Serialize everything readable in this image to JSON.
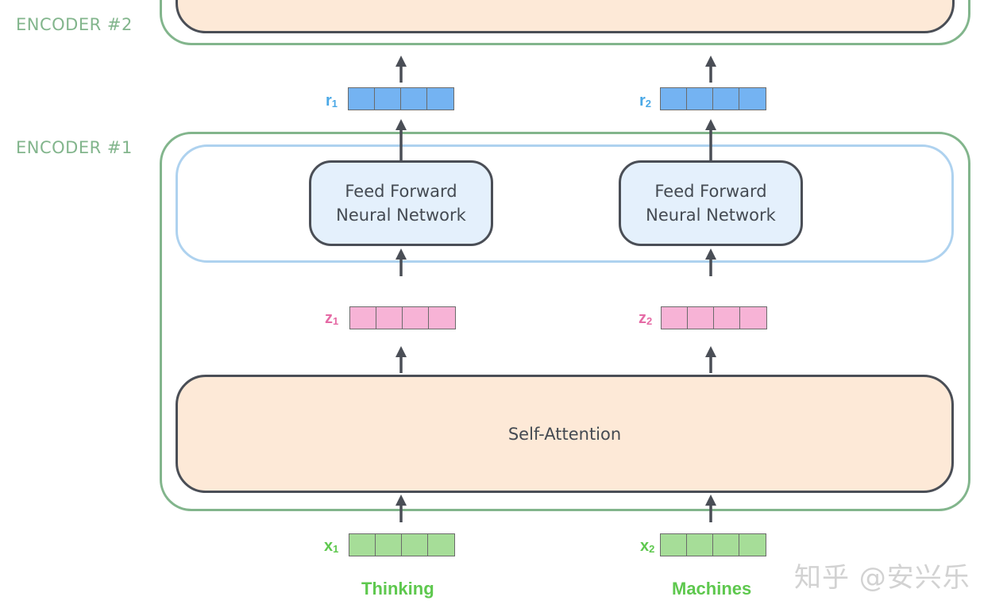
{
  "encoders": {
    "encoder2_label": "ENCODER #2",
    "encoder1_label": "ENCODER #1"
  },
  "layers": {
    "self_attention": "Self-Attention",
    "ffn_1": "Feed Forward\nNeural Network",
    "ffn_2": "Feed Forward\nNeural Network"
  },
  "vectors": {
    "r1": {
      "letter": "r",
      "sub": "1"
    },
    "r2": {
      "letter": "r",
      "sub": "2"
    },
    "z1": {
      "letter": "z",
      "sub": "1"
    },
    "z2": {
      "letter": "z",
      "sub": "2"
    },
    "x1": {
      "letter": "x",
      "sub": "1"
    },
    "x2": {
      "letter": "x",
      "sub": "2"
    }
  },
  "inputs": {
    "word1": "Thinking",
    "word2": "Machines"
  },
  "watermark": "知乎 @安兴乐",
  "colors": {
    "encoder_frame": "#82b58c",
    "ffn_frame": "#aed2ef",
    "attention_fill": "#fde9d7",
    "ffn_fill": "#e4f0fc",
    "r_vector": "#74b3f2",
    "z_vector": "#f7b3d6",
    "x_vector": "#a6dd98",
    "r_label": "#4aa8e6",
    "z_label": "#e56aa5",
    "x_label": "#5ec84e"
  }
}
